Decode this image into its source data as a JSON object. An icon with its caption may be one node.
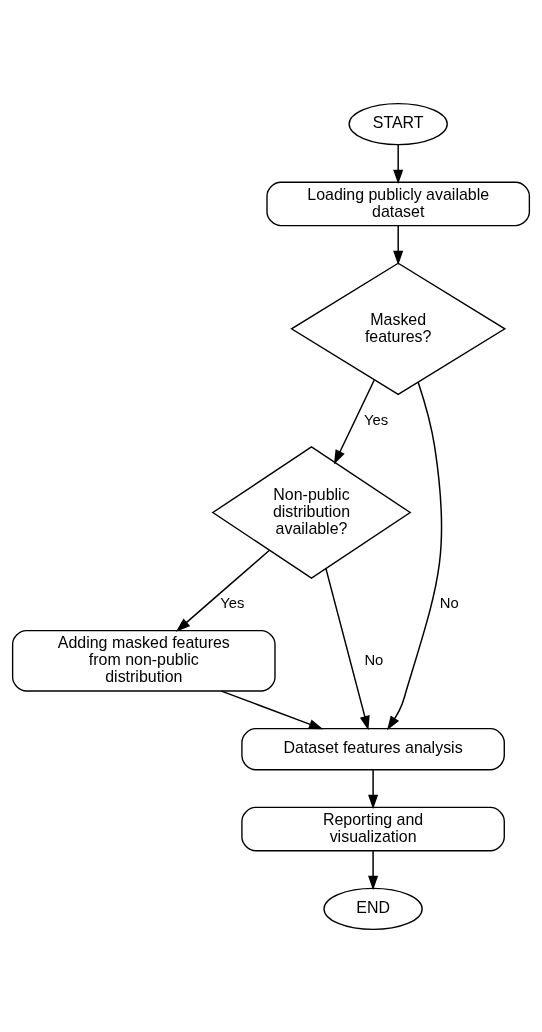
{
  "diagram": {
    "nodes": [
      {
        "text": [
          "START"
        ]
      },
      {
        "text": [
          "Loading publicly available dataset"
        ]
      },
      {
        "text": [
          "Masked features?"
        ]
      },
      {
        "text": [
          "Non-public distribution available?"
        ]
      },
      {
        "text": [
          "Adding masked features from non-public distribution"
        ]
      },
      {
        "text": [
          "Dataset features analysis"
        ]
      },
      {
        "text": [
          "Reporting and visualization"
        ]
      },
      {
        "text": [
          "END"
        ]
      }
    ],
    "edges": [
      {
        "from": 0,
        "to": 1,
        "arrow": "to"
      },
      {
        "from": 1,
        "to": 2,
        "arrow": "to"
      },
      {
        "from": 2,
        "to": 5,
        "arrow": "to",
        "label": "No"
      },
      {
        "from": 2,
        "to": 3,
        "arrow": "to",
        "label": "Yes"
      },
      {
        "from": 3,
        "to": 5,
        "arrow": "to",
        "label": "No"
      },
      {
        "from": 3,
        "to": 4,
        "arrow": "to",
        "label": "Yes"
      },
      {
        "from": 4,
        "to": 5,
        "arrow": "to"
      },
      {
        "from": 5,
        "to": 6,
        "arrow": "to"
      },
      {
        "from": 6,
        "to": 7,
        "arrow": "to"
      }
    ]
  }
}
